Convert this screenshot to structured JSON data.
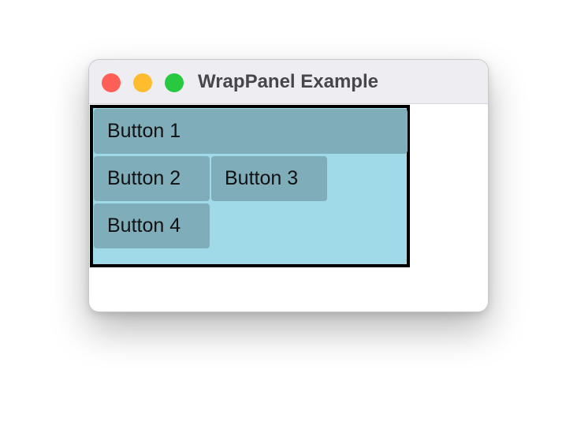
{
  "window": {
    "title": "WrapPanel Example"
  },
  "wrap_panel": {
    "buttons": [
      {
        "label": "Button 1"
      },
      {
        "label": "Button 2"
      },
      {
        "label": "Button 3"
      },
      {
        "label": "Button 4"
      }
    ]
  },
  "colors": {
    "panel_background": "#a0d9e8",
    "button_background": "#7fadba",
    "panel_border": "#000000",
    "close": "#fe5f57",
    "minimize": "#febc2e",
    "zoom": "#28c840"
  }
}
